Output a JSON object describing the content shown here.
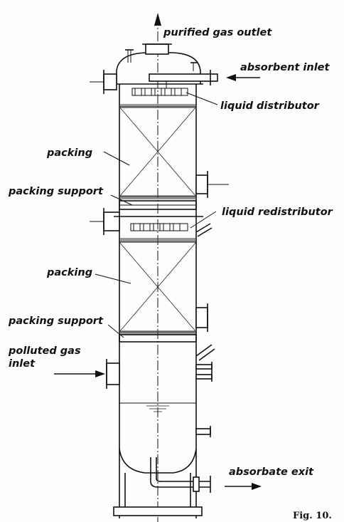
{
  "labels": {
    "purified_gas_outlet": "purified gas outlet",
    "absorbent_inlet": "absorbent inlet",
    "liquid_distributor": "liquid distributor",
    "packing_upper": "packing",
    "packing_support_upper": "packing support",
    "liquid_redistributor": "liquid redistributor",
    "packing_lower": "packing",
    "packing_support_lower": "packing support",
    "polluted_gas_line1": "polluted gas",
    "polluted_gas_line2": "inlet",
    "absorbate_exit": "absorbate exit"
  },
  "figure_label": "Fig. 10.",
  "colors": {
    "ink": "#111111",
    "paper": "#fdfdfb"
  }
}
